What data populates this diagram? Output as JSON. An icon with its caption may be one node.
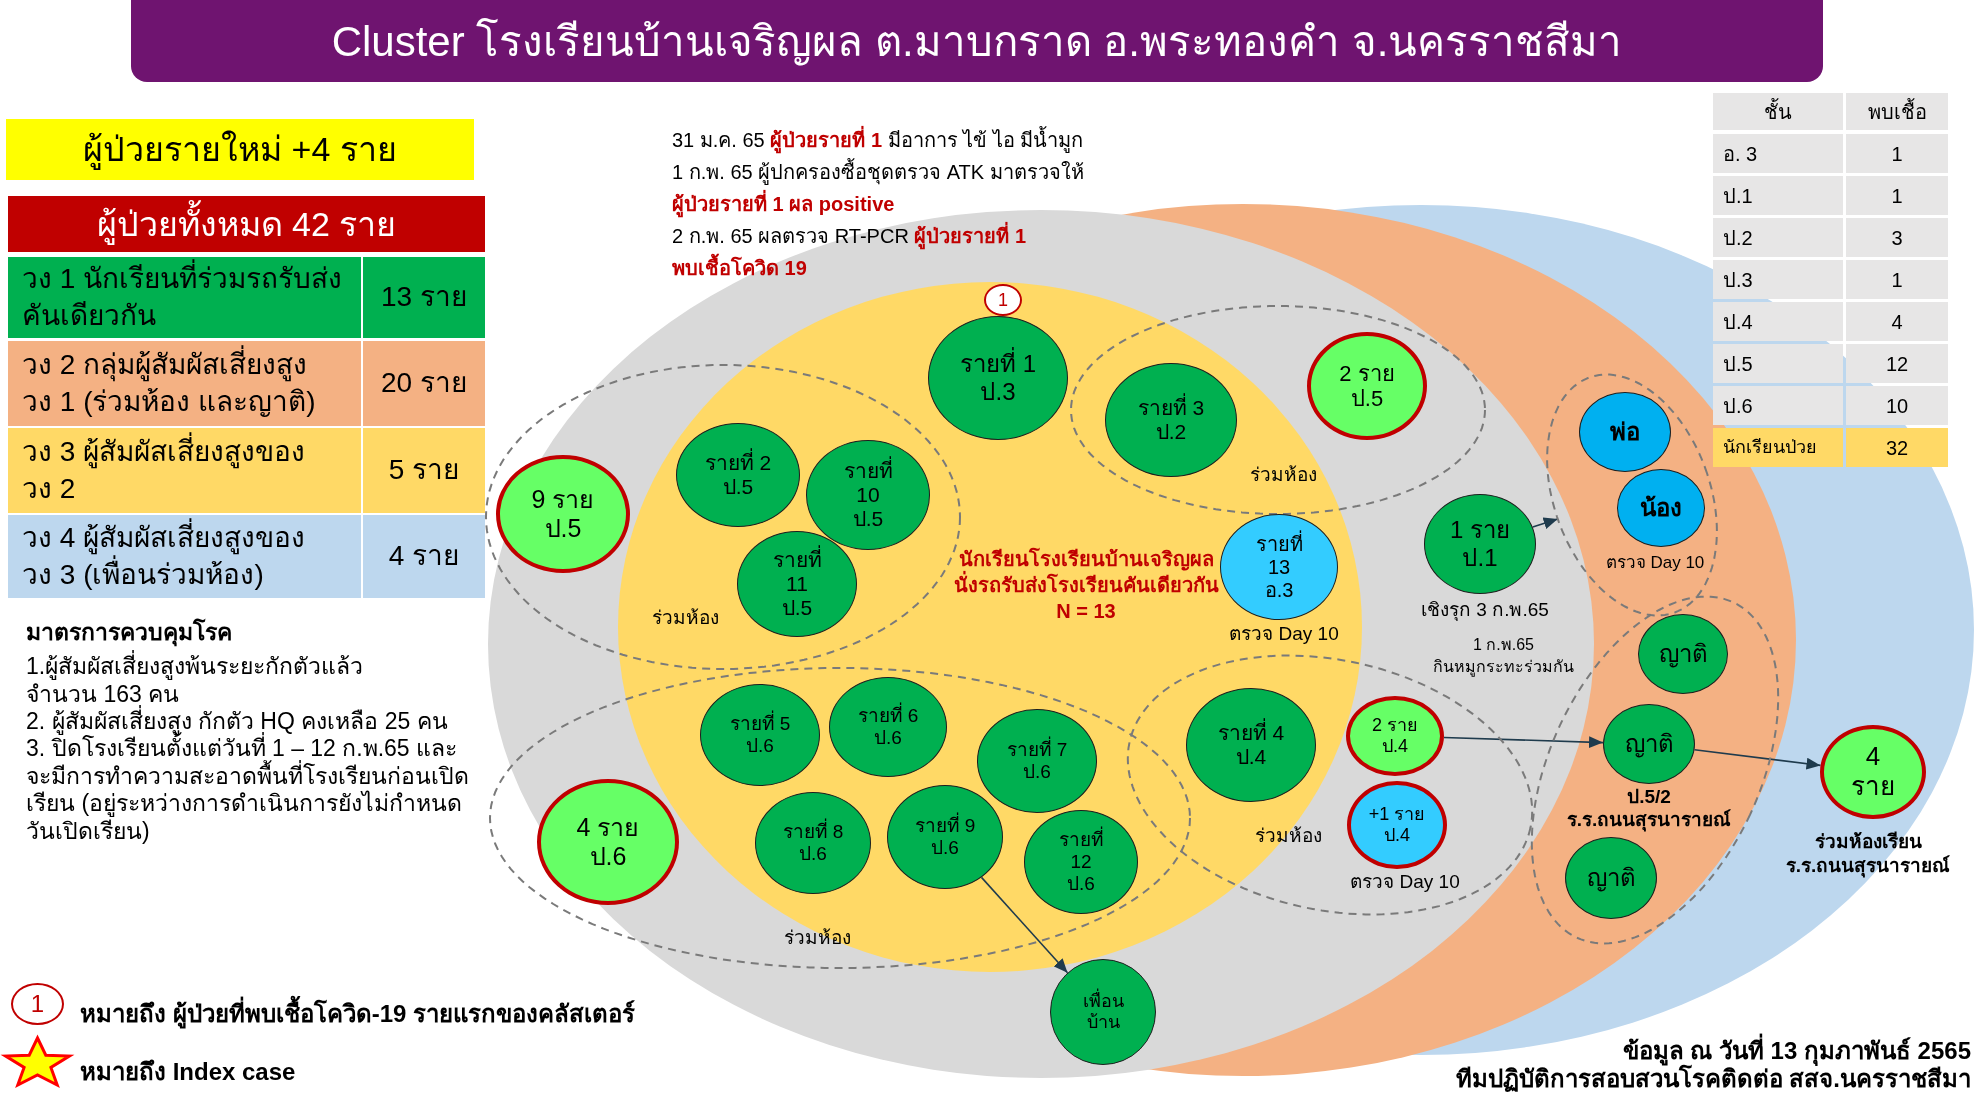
{
  "diagram": {
    "title": "Cluster โรงเรียนบ้านเจริญผล ต.มาบกราด อ.พระทองคำ จ.นครราชสีมา",
    "nodes": [
      {
        "text": [
          "ผู้ป่วยรายใหม่ +4 ราย"
        ]
      },
      {
        "text": [
          "1"
        ]
      },
      {
        "text": [
          "รายที่ 1",
          "ป.3"
        ]
      },
      {
        "text": [
          "ร่วมห้อง"
        ]
      },
      {
        "text": [
          "รายที่ 3",
          "ป.2"
        ],
        "in": 3
      },
      {
        "text": [
          "2 ราย",
          "ป.5"
        ],
        "in": 3
      },
      {
        "text": [
          "ตรวจ Day 10"
        ]
      },
      {
        "text": [
          "พ่อ"
        ],
        "in": 6
      },
      {
        "text": [
          "น้อง"
        ],
        "in": 6
      },
      {
        "text": [
          "ร่วมห้อง"
        ]
      },
      {
        "text": [
          "9 ราย",
          "ป.5"
        ],
        "in": 9
      },
      {
        "text": [
          "รายที่ 2",
          "ป.5"
        ],
        "in": 9
      },
      {
        "text": [
          "รายที่ 10",
          "ป.5"
        ],
        "in": 9
      },
      {
        "text": [
          "รายที่ 11",
          "ป.5"
        ],
        "in": 9
      },
      {
        "text": [
          "รายที่ 13",
          "อ.3"
        ],
        "beside": [
          "ตรวจ Day 10"
        ]
      },
      {
        "text": [
          "1 ราย",
          "ป.1"
        ],
        "beside": [
          "เชิงรุก 3 ก.พ.65"
        ]
      },
      {
        "text": [],
        "shape": "ellipse"
      },
      {
        "text": [
          "ญาติ"
        ],
        "in": 16
      },
      {
        "text": [
          "ญาติ"
        ],
        "in": 16,
        "beside": [
          "ป.5/2",
          "ร.ร.ถนนสุรนารายณ์"
        ]
      },
      {
        "text": [
          "ญาติ"
        ],
        "in": 16
      },
      {
        "text": [
          "ร่วมห้อง"
        ]
      },
      {
        "text": [
          "รายที่ 4",
          "ป.4"
        ],
        "in": 20
      },
      {
        "text": [
          "2 ราย",
          "ป.4"
        ],
        "in": 20
      },
      {
        "text": [
          "+1 ราย",
          "ป.4"
        ],
        "in": 20,
        "beside": [
          "ตรวจ Day 10"
        ]
      },
      {
        "text": [
          "4 ราย"
        ],
        "beside": [
          "ร่วมห้องเรียน",
          "ร.ร.ถนนสุรนารายณ์"
        ]
      },
      {
        "text": [
          "ร่วมห้อง"
        ]
      },
      {
        "text": [
          "4 ราย",
          "ป.6"
        ],
        "in": 25
      },
      {
        "text": [
          "รายที่ 5",
          "ป.6"
        ],
        "in": 25
      },
      {
        "text": [
          "รายที่ 6",
          "ป.6"
        ],
        "in": 25
      },
      {
        "text": [
          "รายที่ 7",
          "ป.6"
        ],
        "in": 25
      },
      {
        "text": [
          "รายที่ 8",
          "ป.6"
        ],
        "in": 25
      },
      {
        "text": [
          "รายที่ 9",
          "ป.6"
        ],
        "in": 25
      },
      {
        "text": [
          "รายที่ 12",
          "ป.6"
        ],
        "in": 25
      },
      {
        "text": [
          "เพื่อนบ้าน"
        ]
      }
    ],
    "edges": [
      {
        "from": 31,
        "to": 33,
        "arrow": "to"
      },
      {
        "from": 15,
        "to": 6,
        "arrow": "to"
      },
      {
        "from": 22,
        "to": 18,
        "arrow": "to",
        "label": "1 ก.พ.65 กินหมูกระทะร่วมกัน"
      },
      {
        "from": 18,
        "to": 24,
        "arrow": "to"
      }
    ],
    "labels": [
      "ผู้ป่วยทั้งหมด 42 ราย",
      "วง 1 นักเรียนที่ร่วมรถรับส่งคันเดียวกัน",
      "13 ราย",
      "วง 2 กลุ่มผู้สัมผัสเสี่ยงสูง วง 1 (ร่วมห้อง และญาติ)",
      "20 ราย",
      "วง 3 ผู้สัมผัสเสี่ยงสูงของ วง 2",
      "5 ราย",
      "วง 4 ผู้สัมผัสเสี่ยงสูงของ วง 3 (เพื่อนร่วมห้อง)",
      "4 ราย",
      "31 ม.ค. 65 **ผู้ป่วยรายที่ 1** มีอาการ ไข้ ไอ มีน้ำมูก",
      "1 ก.พ. 65 ผู้ปกครองซื้อชุดตรวจ ATK มาตรวจให้ **ผู้ป่วยรายที่ 1 ผล positive**",
      "2 ก.พ. 65 ผลตรวจ RT-PCR **ผู้ป่วยรายที่ 1 พบเชื้อโควิด 19**",
      "ชั้น",
      "พบเชื้อ",
      "อ. 3",
      "1",
      "ป.1",
      "1",
      "ป.2",
      "3",
      "ป.3",
      "1",
      "ป.4",
      "4",
      "ป.5",
      "12",
      "ป.6",
      "10",
      "นักเรียนป่วย",
      "32",
      "นักเรียนโรงเรียนบ้านเจริญผล นั่งรถรับส่งโรงเรียนคันเดียวกัน N = 13",
      "มาตรการควบคุมโรค",
      "1.ผู้สัมผัสเสี่ยงสูงพ้นระยะกักตัวแล้ว จำนวน 163 คน",
      "2. ผู้สัมผัสเสี่ยงสูง กักตัว HQ คงเหลือ 25 คน",
      "3. ปิดโรงเรียนตั้งแต่วันที่ 1 – 12 ก.พ.65 และจะมีการทำความสะอาดพื้นที่โรงเรียนก่อนเปิดเรียน (อยู่ระหว่างการดำเนินการยังไม่กำหนดวันเปิดเรียน)",
      "1",
      "ข้อมูล ณ วันที่ 13 กุมภาพันธ์ 2565",
      "ทีมปฏิบัติการสอบสวนโรคติดต่อ สสจ.นครราชสีมา"
    ],
    "legend": [
      {
        "text": "หมายถึง ผู้ป่วยที่พบเชื้อโควิด-19 รายแรกของคลัสเตอร์"
      },
      {
        "text": "หมายถึง Index case"
      }
    ]
  }
}
